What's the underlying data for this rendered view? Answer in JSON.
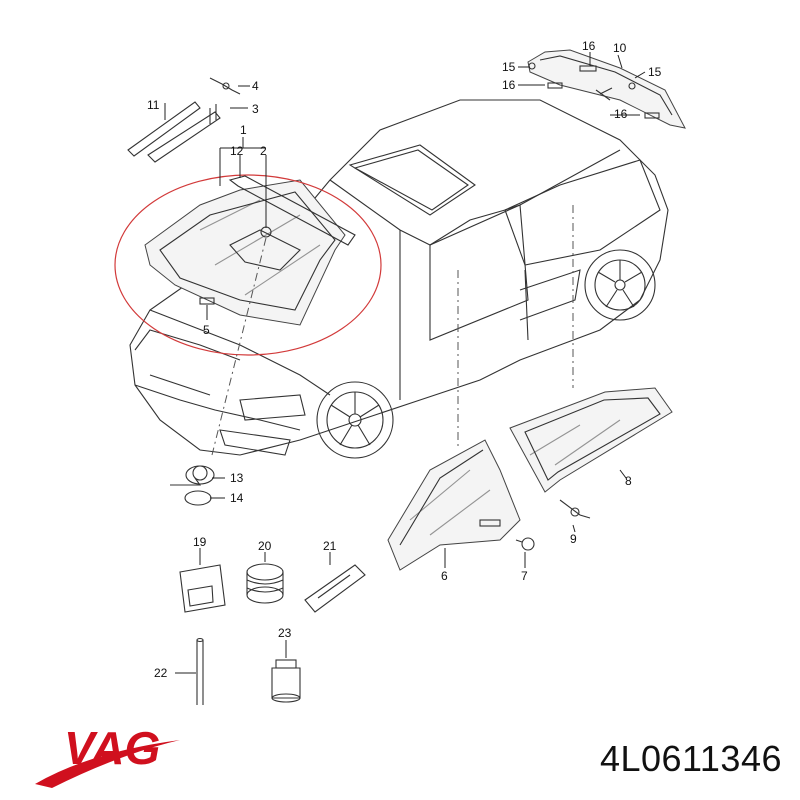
{
  "brand": {
    "name": "VAG",
    "color": "#d0101e"
  },
  "part_number": "4L0611346",
  "labels": {
    "l1": "1",
    "l2": "2",
    "l3": "3",
    "l4": "4",
    "l5": "5",
    "l6": "6",
    "l7": "7",
    "l8": "8",
    "l9": "9",
    "l10": "10",
    "l11": "11",
    "l12": "12",
    "l13": "13",
    "l14": "14",
    "l15a": "15",
    "l15b": "15",
    "l16a": "16",
    "l16b": "16",
    "l16c": "16",
    "l19": "19",
    "l20": "20",
    "l21": "21",
    "l22": "22",
    "l23": "23"
  },
  "highlight_color": "#d23a3a"
}
